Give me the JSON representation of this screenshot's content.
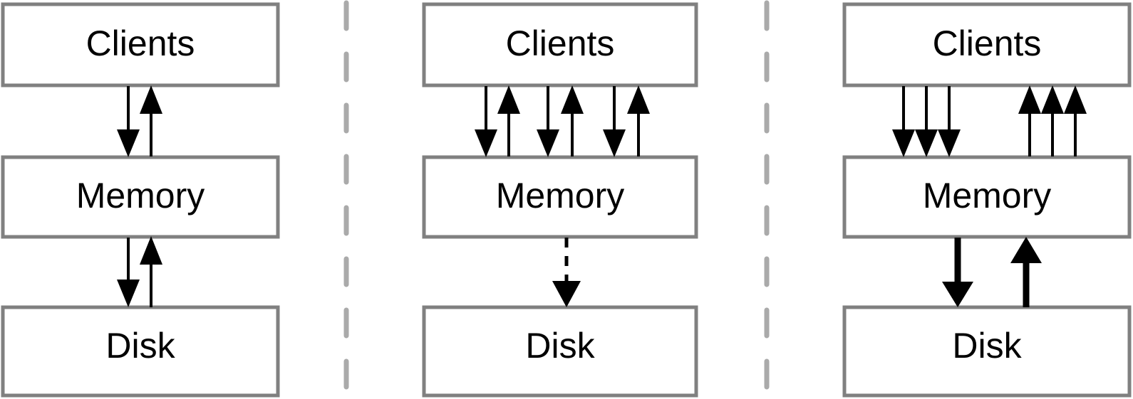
{
  "figure": {
    "title": "Storage architecture comparison: three panel diagram",
    "background_color": "#ffffff",
    "box_stroke_color": "#808080",
    "box_fill_color": "#ffffff",
    "arrow_color": "#000000",
    "divider_color": "#aaaaaa",
    "label_color": "#000000",
    "node_labels": {
      "clients": "Clients",
      "memory": "Memory",
      "disk": "Disk"
    },
    "panels": [
      {
        "id": "panel-left",
        "nodes": [
          "Clients",
          "Memory",
          "Disk"
        ],
        "clients_memory_arrows": {
          "down_count": 1,
          "up_count": 1,
          "style": "solid",
          "weight": "normal"
        },
        "memory_disk_arrows": {
          "down_count": 1,
          "up_count": 1,
          "style": "solid",
          "weight": "normal"
        }
      },
      {
        "id": "panel-middle",
        "nodes": [
          "Clients",
          "Memory",
          "Disk"
        ],
        "clients_memory_arrows": {
          "down_count": 3,
          "up_count": 3,
          "style": "solid",
          "weight": "normal"
        },
        "memory_disk_arrows": {
          "down_count": 1,
          "up_count": 0,
          "style": "dashed",
          "weight": "normal"
        }
      },
      {
        "id": "panel-right",
        "nodes": [
          "Clients",
          "Memory",
          "Disk"
        ],
        "clients_memory_arrows": {
          "down_count": 3,
          "up_count": 3,
          "style": "solid",
          "weight": "normal"
        },
        "memory_disk_arrows": {
          "down_count": 1,
          "up_count": 1,
          "style": "solid",
          "weight": "thick"
        }
      }
    ],
    "dividers": [
      {
        "id": "divider-1",
        "style": "dashed-vertical"
      },
      {
        "id": "divider-2",
        "style": "dashed-vertical"
      }
    ]
  }
}
